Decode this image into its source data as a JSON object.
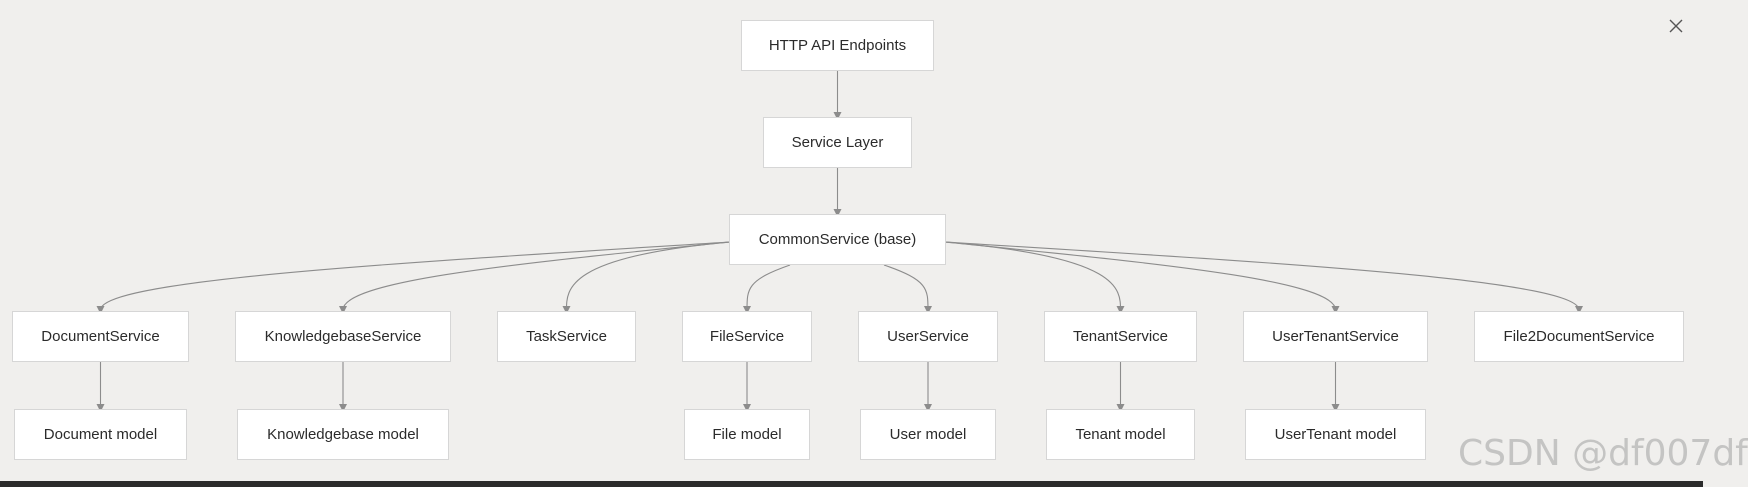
{
  "diagram": {
    "nodes": {
      "http": "HTTP API Endpoints",
      "service_layer": "Service Layer",
      "common": "CommonService (base)",
      "document_service": "DocumentService",
      "knowledgebase_service": "KnowledgebaseService",
      "task_service": "TaskService",
      "file_service": "FileService",
      "user_service": "UserService",
      "tenant_service": "TenantService",
      "user_tenant_service": "UserTenantService",
      "file2document_service": "File2DocumentService",
      "document_model": "Document model",
      "knowledgebase_model": "Knowledgebase model",
      "file_model": "File model",
      "user_model": "User model",
      "tenant_model": "Tenant model",
      "user_tenant_model": "UserTenant model"
    },
    "edges": [
      [
        "http",
        "service_layer"
      ],
      [
        "service_layer",
        "common"
      ],
      [
        "common",
        "document_service"
      ],
      [
        "common",
        "knowledgebase_service"
      ],
      [
        "common",
        "task_service"
      ],
      [
        "common",
        "file_service"
      ],
      [
        "common",
        "user_service"
      ],
      [
        "common",
        "tenant_service"
      ],
      [
        "common",
        "user_tenant_service"
      ],
      [
        "common",
        "file2document_service"
      ],
      [
        "document_service",
        "document_model"
      ],
      [
        "knowledgebase_service",
        "knowledgebase_model"
      ],
      [
        "file_service",
        "file_model"
      ],
      [
        "user_service",
        "user_model"
      ],
      [
        "tenant_service",
        "tenant_model"
      ],
      [
        "user_tenant_service",
        "user_tenant_model"
      ]
    ]
  },
  "close_icon": "close-icon",
  "watermark": "CSDN @df007df",
  "colors": {
    "background": "#f0efed",
    "edge": "#8c8c8c",
    "node_border": "#d6d6d6"
  }
}
